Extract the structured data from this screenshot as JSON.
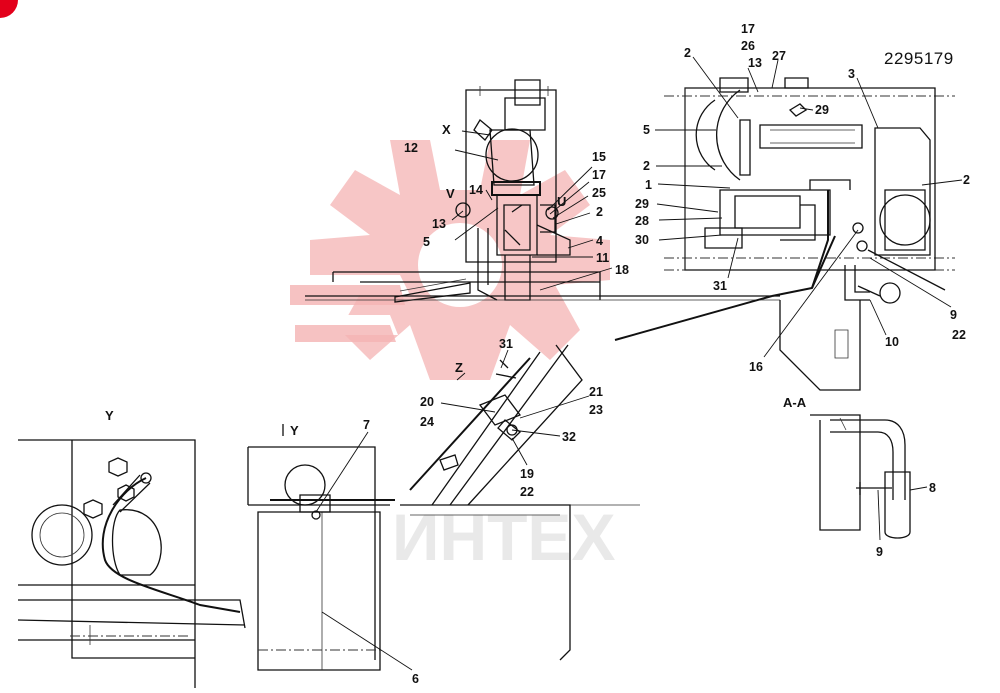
{
  "drawing_number": "2295179",
  "watermark_text": "ИНТЕХ",
  "colors": {
    "watermark": "#f2a8a8",
    "ink": "#111111",
    "corner_mark": "#e3001b"
  },
  "view_labels": {
    "y_left": "Y",
    "y_mid": "Y",
    "z": "Z",
    "x": "X",
    "v": "V",
    "u": "U",
    "section_aa": "A-A"
  },
  "callouts": {
    "c1": "1",
    "c2a": "2",
    "c2b": "2",
    "c2c": "2",
    "c2d": "2",
    "c3": "3",
    "c4": "4",
    "c5a": "5",
    "c5b": "5",
    "c6": "6",
    "c7": "7",
    "c8": "8",
    "c9a": "9",
    "c9b": "9",
    "c10": "10",
    "c11": "11",
    "c12": "12",
    "c13a": "13",
    "c13b": "13",
    "c14": "14",
    "c15": "15",
    "c16": "16",
    "c17a": "17",
    "c17b": "17",
    "c18": "18",
    "c19": "19",
    "c20": "20",
    "c21": "21",
    "c22a": "22",
    "c22b": "22",
    "c23": "23",
    "c24": "24",
    "c25": "25",
    "c26": "26",
    "c27": "27",
    "c28": "28",
    "c29a": "29",
    "c29b": "29",
    "c30": "30",
    "c31a": "31",
    "c31b": "31",
    "c32": "32"
  }
}
